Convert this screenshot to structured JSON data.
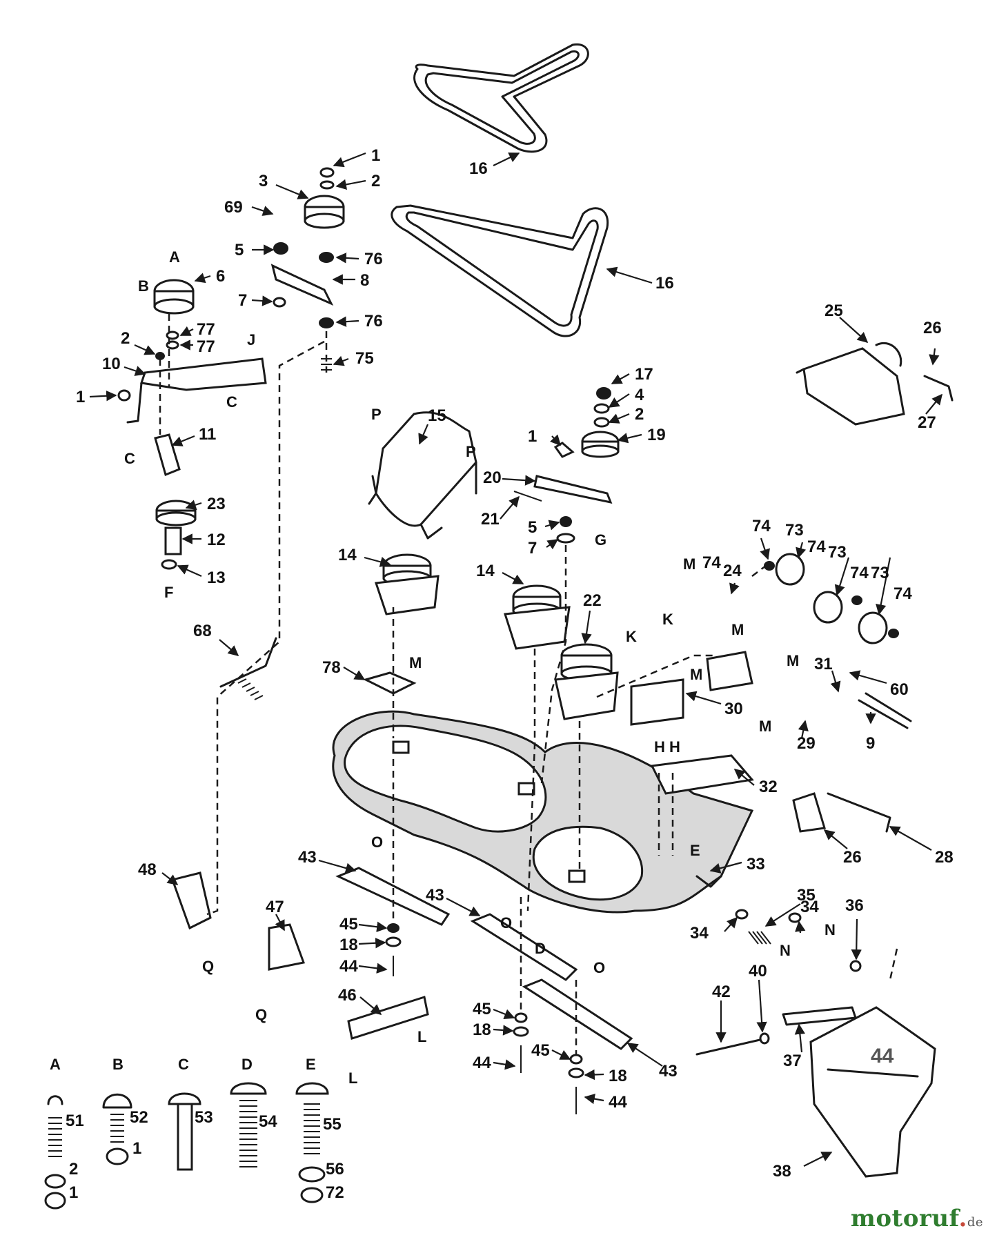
{
  "callouts": {
    "c16a": "16",
    "c16b": "16",
    "c1a": "1",
    "c2a": "2",
    "c3": "3",
    "c69": "69",
    "c5a": "5",
    "c76a": "76",
    "c8": "8",
    "c7a": "7",
    "c76b": "76",
    "c6": "6",
    "c77a": "77",
    "c77b": "77",
    "c2b": "2",
    "c10": "10",
    "c1b": "1",
    "c75": "75",
    "c11": "11",
    "c23": "23",
    "c12": "12",
    "c13": "13",
    "c25": "25",
    "c26a": "26",
    "c27": "27",
    "c17": "17",
    "c4": "4",
    "c2c": "2",
    "c1c": "1",
    "c19": "19",
    "c15": "15",
    "c20": "20",
    "c21": "21",
    "c5b": "5",
    "c7b": "7",
    "c14a": "14",
    "c14b": "14",
    "c22": "22",
    "c68": "68",
    "c78": "78",
    "c74a": "74",
    "c73a": "73",
    "c74b": "74",
    "c73b": "73",
    "c74c": "74",
    "c73c": "73",
    "c74d": "74",
    "c74e": "74",
    "c24": "24",
    "c31": "31",
    "c60": "60",
    "c30": "30",
    "c29": "29",
    "c9": "9",
    "c32": "32",
    "c26b": "26",
    "c28": "28",
    "c33": "33",
    "c43a": "43",
    "c43b": "43",
    "c43c": "43",
    "c48": "48",
    "c47": "47",
    "c45a": "45",
    "c18a": "18",
    "c44a": "44",
    "c46": "46",
    "c45b": "45",
    "c18b": "18",
    "c44b": "44",
    "c45c": "45",
    "c18c": "18",
    "c44c": "44",
    "c35": "35",
    "c34a": "34",
    "c34b": "34",
    "c36": "36",
    "c42": "42",
    "c40": "40",
    "c37": "37",
    "c38": "38"
  },
  "letters": {
    "A1": "A",
    "B1": "B",
    "C1": "C",
    "C2": "C",
    "J1": "J",
    "F1": "F",
    "G1": "G",
    "P1": "P",
    "P2": "P",
    "M1": "M",
    "M2": "M",
    "M3": "M",
    "M4": "M",
    "M5": "M",
    "M6": "M",
    "K1": "K",
    "K2": "K",
    "H1": "H",
    "H2": "H",
    "E1": "E",
    "O1": "O",
    "O2": "O",
    "O3": "O",
    "D1": "D",
    "Q1": "Q",
    "Q2": "Q",
    "L1": "L",
    "L2": "L",
    "N1": "N",
    "N2": "N"
  },
  "chute_label": "44",
  "hardware_key": [
    {
      "letter": "A",
      "parts": [
        "51",
        "2",
        "1"
      ]
    },
    {
      "letter": "B",
      "parts": [
        "52",
        "1"
      ]
    },
    {
      "letter": "C",
      "parts": [
        "53"
      ]
    },
    {
      "letter": "D",
      "parts": [
        "54"
      ]
    },
    {
      "letter": "E",
      "parts": [
        "55",
        "56",
        "72"
      ]
    }
  ],
  "watermark": {
    "name": "motoruf",
    "dot": ".",
    "tld": "de"
  }
}
